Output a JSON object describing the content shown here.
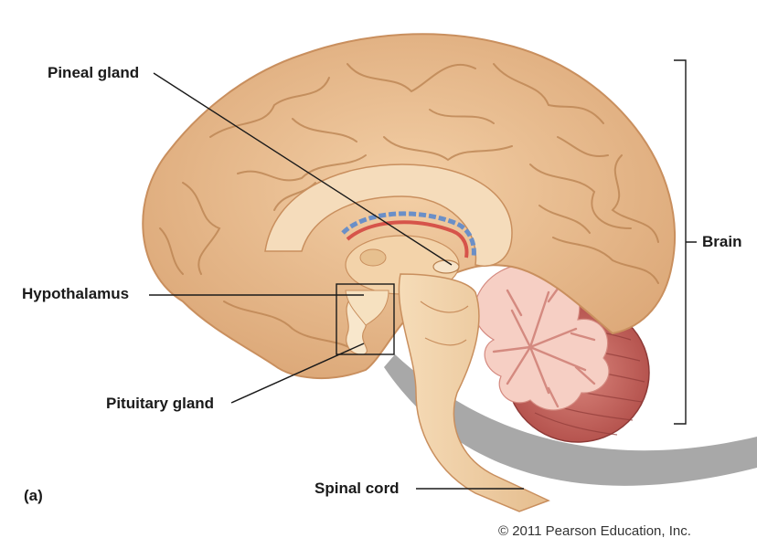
{
  "labels": {
    "pineal_gland": "Pineal gland",
    "hypothalamus": "Hypothalamus",
    "pituitary_gland": "Pituitary gland",
    "spinal_cord": "Spinal cord",
    "brain": "Brain"
  },
  "panel_label": "(a)",
  "copyright": "© 2011 Pearson Education, Inc.",
  "colors": {
    "cerebrum": "#e8b98a",
    "cerebrum_outline": "#c98f5e",
    "cerebellum": "#c9645e",
    "arbor_vitae": "#f6cfc4",
    "brainstem": "#f0d0a6",
    "ventricle_blue": "#6b8fc7",
    "leader_line": "#1a1a1a",
    "skull_band": "#a8a8a8"
  }
}
